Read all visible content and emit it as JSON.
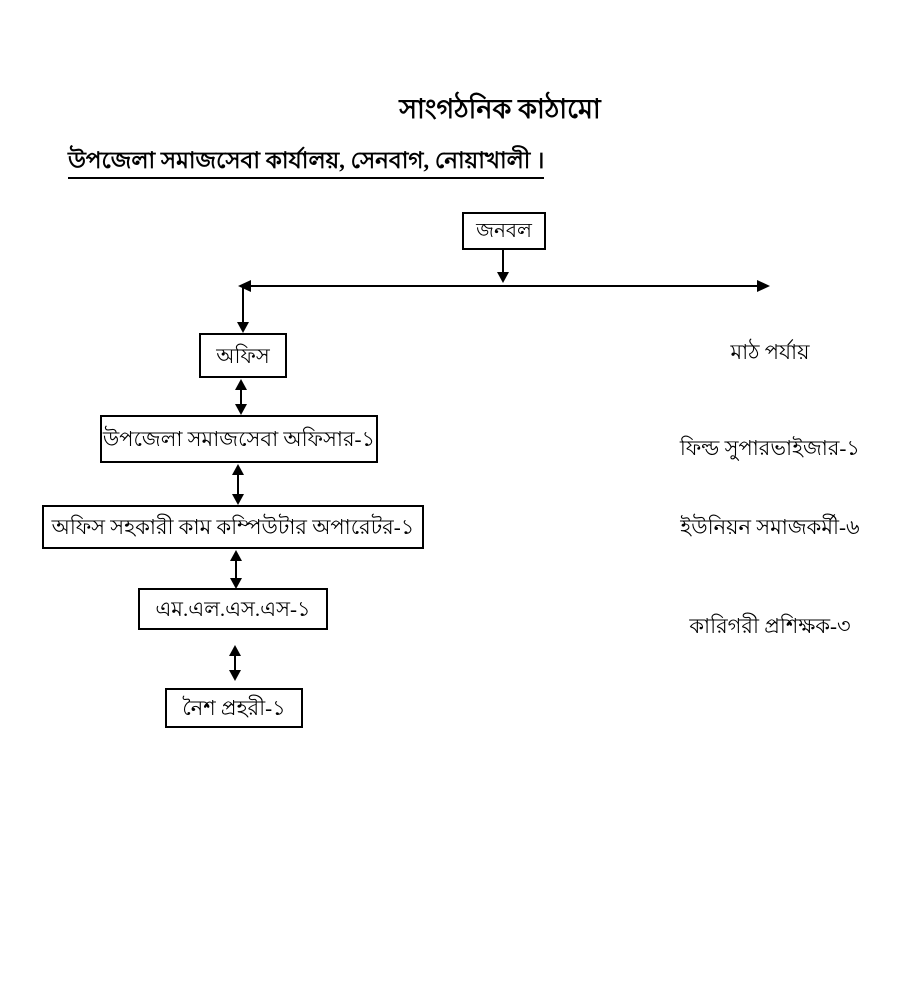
{
  "page": {
    "title": "সাংগঠনিক কাঠামো",
    "subtitle": "উপজেলা সমাজসেবা কার্যালয়, সেনবাগ, নোয়াখালী ।"
  },
  "nodes": {
    "manpower": "জনবল",
    "office": "অফিস",
    "officer": "উপজেলা সমাজসেবা অফিসার-১",
    "office_assistant": "অফিস সহকারী কাম কম্পিউটার অপারেটর-১",
    "mlss": "এম.এল.এস.এস-১",
    "night_guard": "নৈশ প্রহরী-১"
  },
  "field_column": {
    "header": "মাঠ পর্যায়",
    "items": [
      "ফিল্ড সুপারভাইজার-১",
      "ইউনিয়ন সমাজকর্মী-৬",
      "কারিগরী প্রশিক্ষক-৩"
    ]
  },
  "colors": {
    "line": "#000000",
    "text": "#000000",
    "background": "#ffffff"
  }
}
